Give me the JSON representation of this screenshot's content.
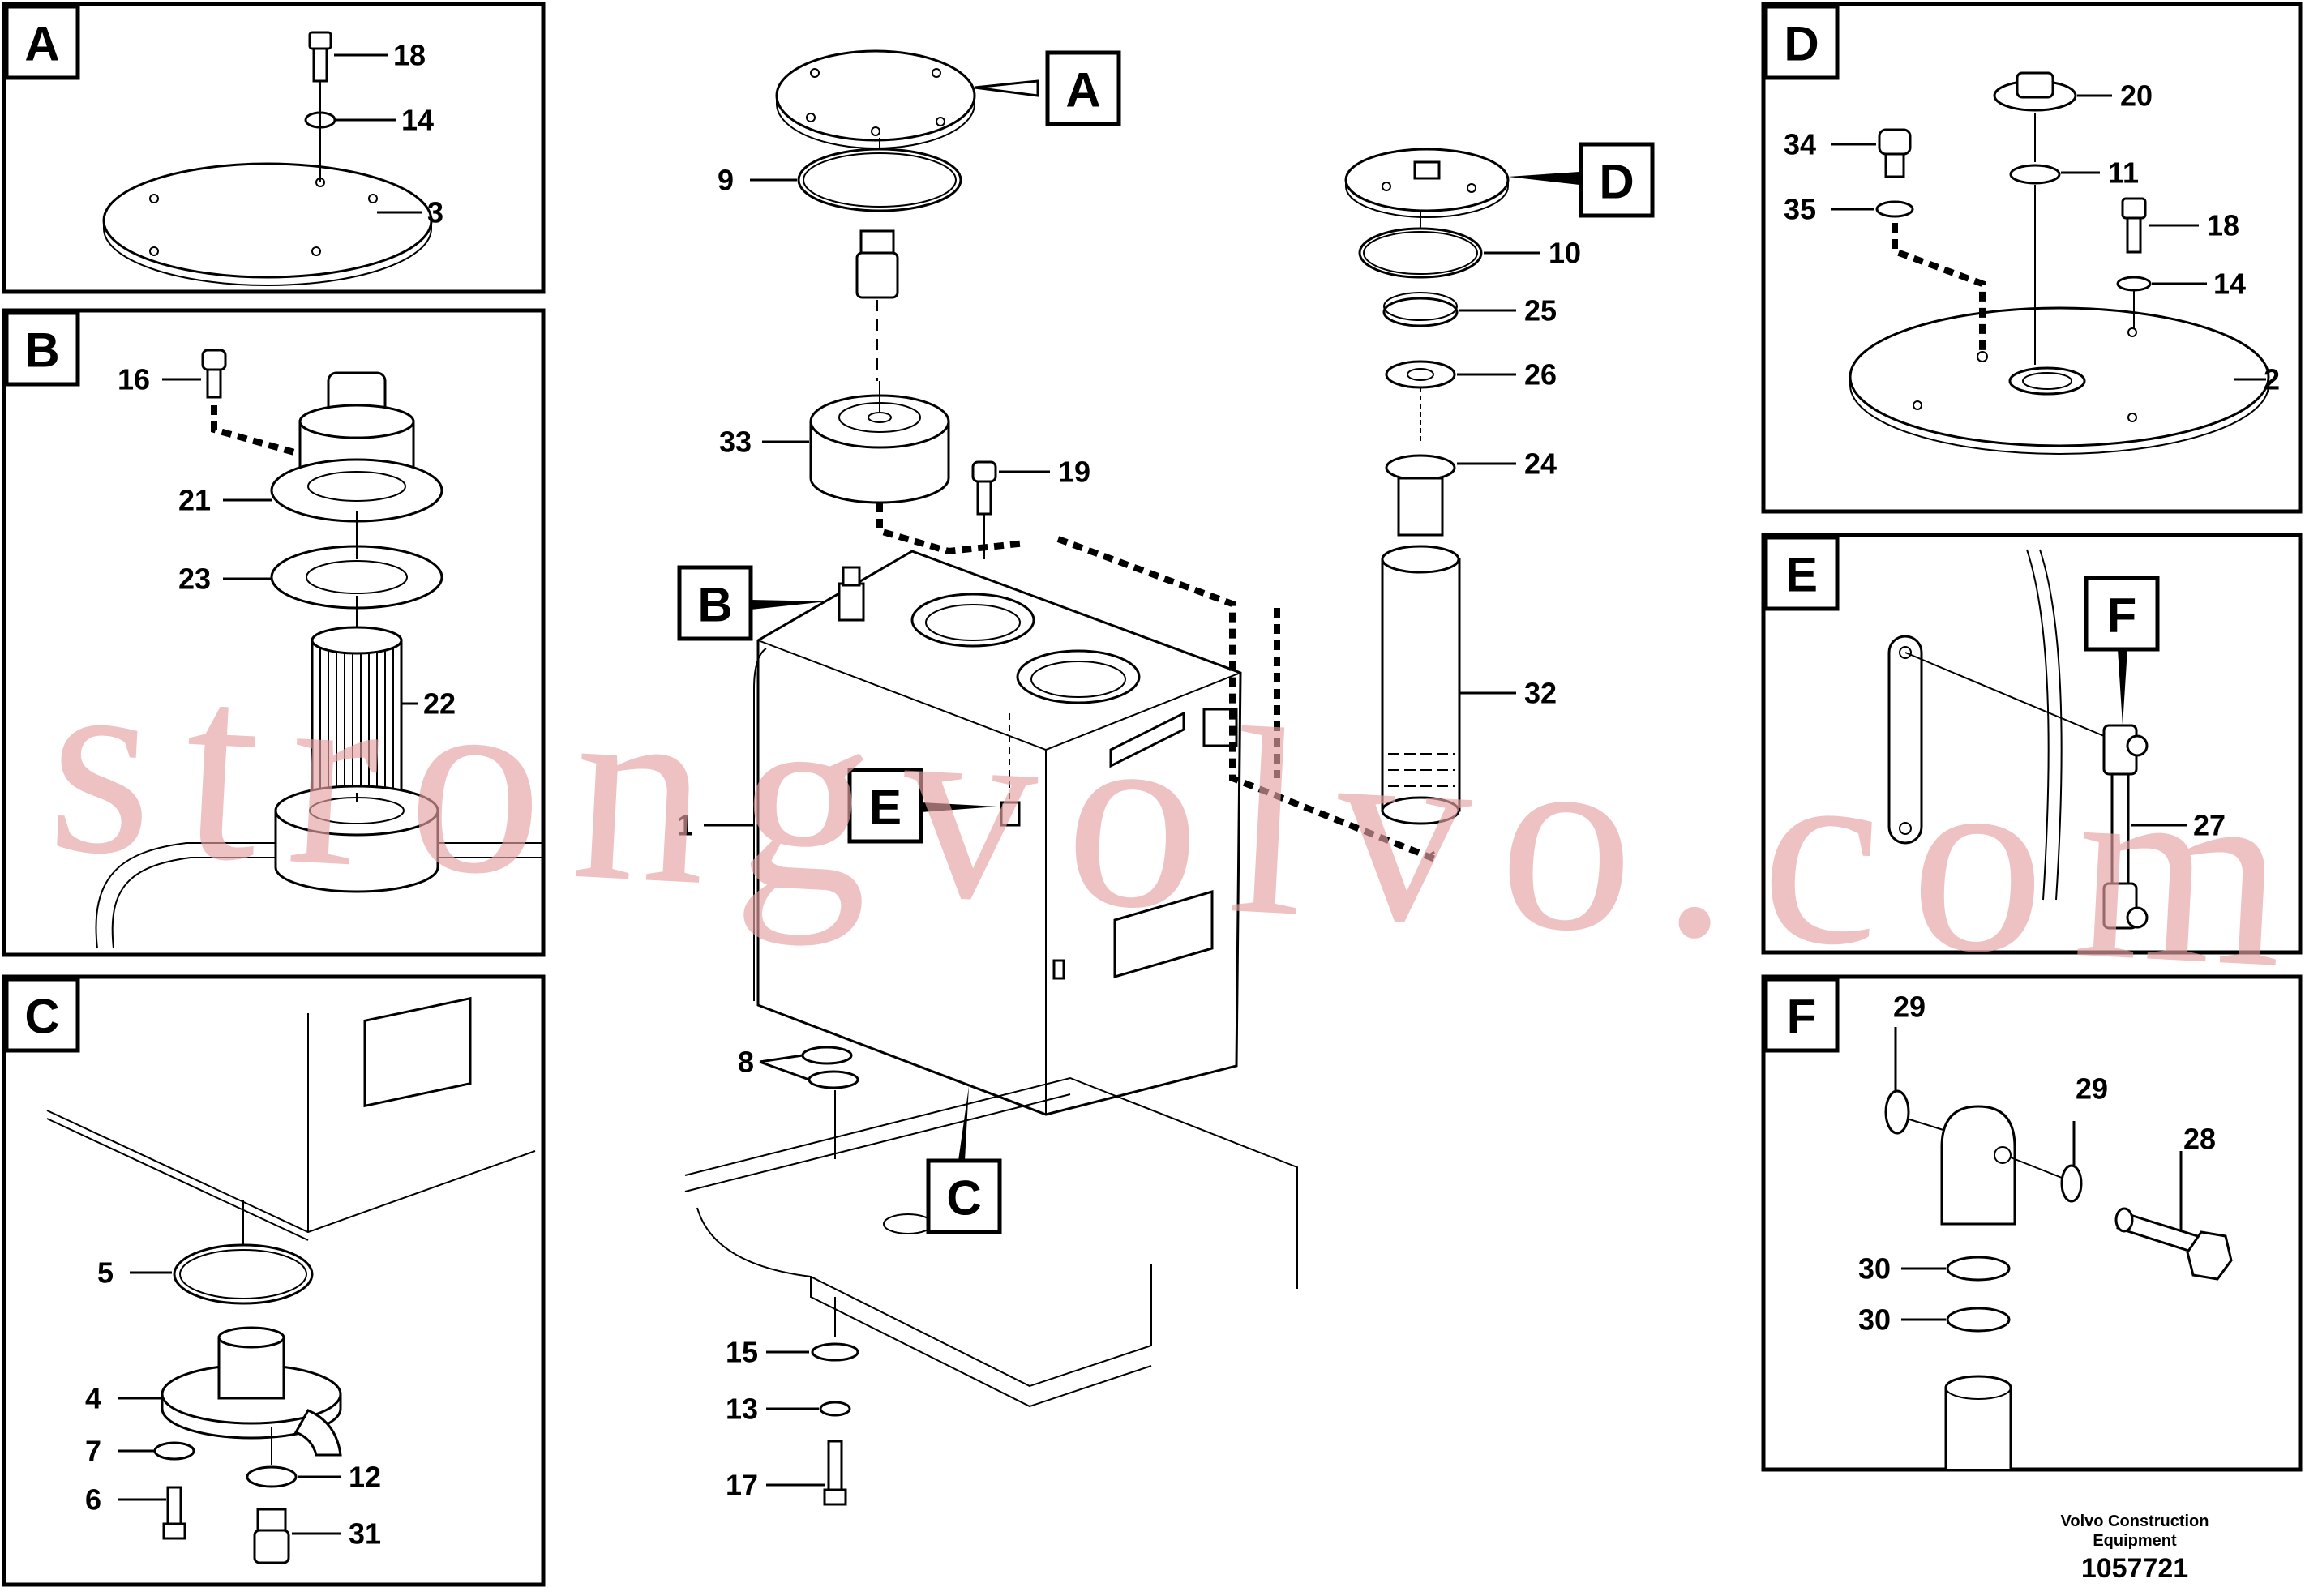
{
  "panels": {
    "A": {
      "label": "A",
      "callouts": [
        "18",
        "14",
        "3"
      ]
    },
    "B": {
      "label": "B",
      "callouts": [
        "16",
        "21",
        "23",
        "22"
      ]
    },
    "C": {
      "label": "C",
      "callouts": [
        "5",
        "4",
        "7",
        "6",
        "12",
        "31"
      ]
    },
    "D": {
      "label": "D",
      "callouts": [
        "20",
        "34",
        "11",
        "35",
        "18",
        "14",
        "2"
      ]
    },
    "E": {
      "label": "E",
      "callouts": [
        "F",
        "27"
      ]
    },
    "F": {
      "label": "F",
      "callouts": [
        "29",
        "29",
        "28",
        "30",
        "30"
      ]
    }
  },
  "main": {
    "detail_tags": [
      "A",
      "B",
      "C",
      "D",
      "E"
    ],
    "callouts": [
      "9",
      "33",
      "19",
      "1",
      "8",
      "15",
      "13",
      "17",
      "10",
      "25",
      "26",
      "24",
      "32"
    ]
  },
  "watermark": "strongvolvo.com",
  "footer": {
    "maker_line1": "Volvo Construction",
    "maker_line2": "Equipment",
    "number": "1057721"
  }
}
